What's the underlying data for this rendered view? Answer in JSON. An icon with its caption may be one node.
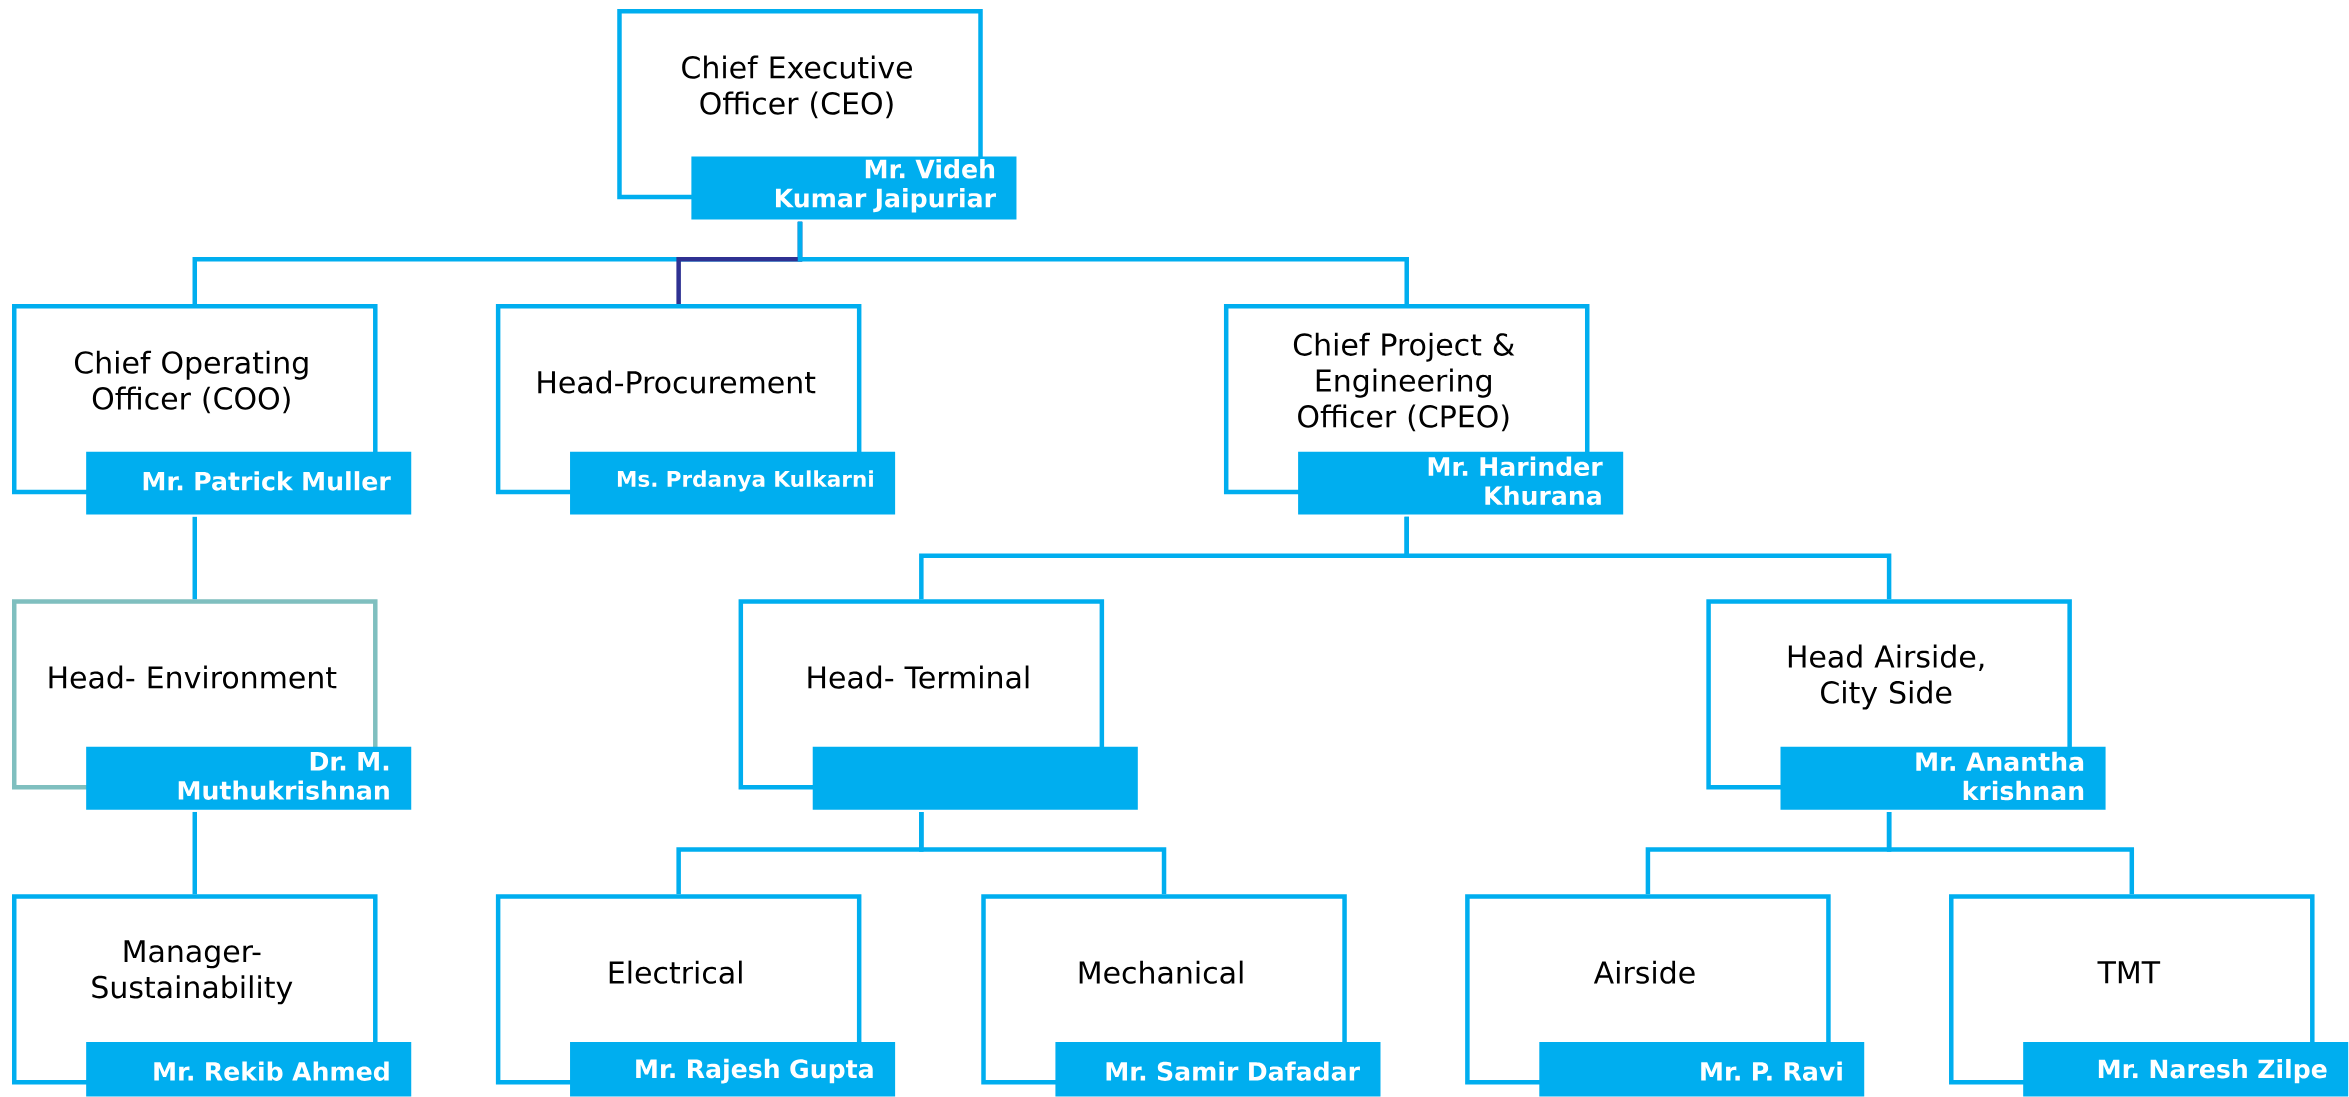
{
  "diagram": {
    "nodes": [
      {
        "text": [
          "Chief Executive Officer (CEO)",
          "Mr. Videh Kumar Jaipuriar"
        ]
      },
      {
        "text": [
          "Chief Operating Officer (COO)",
          "Mr. Patrick Muller"
        ]
      },
      {
        "text": [
          "Head-Procurement",
          "Ms. Prdanya Kulkarni"
        ]
      },
      {
        "text": [
          "Chief Project & Engineering Officer (CPEO)",
          "Mr. Harinder Khurana"
        ]
      },
      {
        "text": [
          "Head- Environment",
          "Dr. M. Muthukrishnan"
        ]
      },
      {
        "text": [
          "Head- Terminal"
        ]
      },
      {
        "text": [
          "Head Airside, City Side",
          "Mr. Anantha krishnan"
        ]
      },
      {
        "text": [
          "Manager- Sustainability",
          "Mr. Rekib Ahmed"
        ]
      },
      {
        "text": [
          "Electrical",
          "Mr. Rajesh Gupta"
        ]
      },
      {
        "text": [
          "Mechanical",
          "Mr. Samir Dafadar"
        ]
      },
      {
        "text": [
          "Airside",
          "Mr. P. Ravi"
        ]
      },
      {
        "text": [
          "TMT",
          "Mr. Naresh Zilpe"
        ]
      }
    ],
    "edges": [
      {
        "from": 0,
        "to": 1,
        "arrow": "none"
      },
      {
        "from": 0,
        "to": 2,
        "arrow": "none",
        "color": "#2e3192"
      },
      {
        "from": 0,
        "to": 3,
        "arrow": "none"
      },
      {
        "from": 1,
        "to": 4,
        "arrow": "none"
      },
      {
        "from": 4,
        "to": 7,
        "arrow": "none"
      },
      {
        "from": 3,
        "to": 5,
        "arrow": "none"
      },
      {
        "from": 3,
        "to": 6,
        "arrow": "none"
      },
      {
        "from": 5,
        "to": 8,
        "arrow": "none"
      },
      {
        "from": 5,
        "to": 9,
        "arrow": "none"
      },
      {
        "from": 6,
        "to": 10,
        "arrow": "none"
      },
      {
        "from": 6,
        "to": 11,
        "arrow": "none"
      }
    ]
  }
}
